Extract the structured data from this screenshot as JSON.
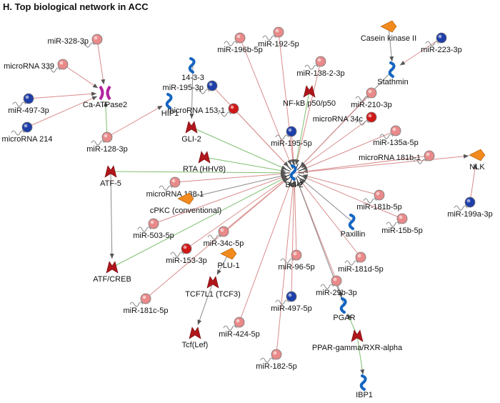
{
  "title": "H. Top biological network in ACC",
  "colors": {
    "mirna_pink": "#e98a8a",
    "mirna_red": "#d01818",
    "mirna_blue": "#1f3fa8",
    "edge_red": "#d98c8c",
    "edge_green": "#7fbf6f",
    "edge_gray": "#8a8a8a",
    "protein_blue": "#1565c0",
    "tf_red": "#b0161b",
    "kinase_orange": "#f28a1e",
    "transporter_magenta": "#b2229f"
  },
  "nodes": [
    {
      "id": "bcl2",
      "label": "Bcl-2",
      "type": "hub"
    },
    {
      "id": "mir3283p",
      "label": "miR-328-3p",
      "type": "mirna-pink"
    },
    {
      "id": "mir339",
      "label": "microRNA 339",
      "type": "mirna-pink"
    },
    {
      "id": "mir4973p",
      "label": "miR-497-3p",
      "type": "mirna-blue"
    },
    {
      "id": "mir214",
      "label": "microRNA 214",
      "type": "mirna-blue"
    },
    {
      "id": "caatpase2",
      "label": "Ca-ATPase2",
      "type": "transporter"
    },
    {
      "id": "mir1283p",
      "label": "miR-128-3p",
      "type": "mirna-pink"
    },
    {
      "id": "hip1",
      "label": "HIP1",
      "type": "protein"
    },
    {
      "id": "p1433",
      "label": "14-3-3",
      "type": "protein"
    },
    {
      "id": "mir1953p",
      "label": "miR-195-3p",
      "type": "mirna-blue"
    },
    {
      "id": "mir1531",
      "label": "microRNA 153-1",
      "type": "mirna-red"
    },
    {
      "id": "gli2",
      "label": "GLI-2",
      "type": "tf"
    },
    {
      "id": "mir196b5p",
      "label": "miR-196b-5p",
      "type": "mirna-pink"
    },
    {
      "id": "mir1925p",
      "label": "miR-192-5p",
      "type": "mirna-pink"
    },
    {
      "id": "mir13823p",
      "label": "miR-138-2-3p",
      "type": "mirna-pink"
    },
    {
      "id": "nfkb",
      "label": "NF-kB p50/p50",
      "type": "tf"
    },
    {
      "id": "mir1955p",
      "label": "miR-195-5p",
      "type": "mirna-blue"
    },
    {
      "id": "casein",
      "label": "Casein kinase II",
      "type": "kinase"
    },
    {
      "id": "mir2233p",
      "label": "miR-223-3p",
      "type": "mirna-blue"
    },
    {
      "id": "stathmin",
      "label": "Stathmin",
      "type": "protein"
    },
    {
      "id": "mir2103p",
      "label": "miR-210-3p",
      "type": "mirna-pink"
    },
    {
      "id": "mir34c",
      "label": "microRNA 34c",
      "type": "mirna-red"
    },
    {
      "id": "mir135a5p",
      "label": "miR-135a-5p",
      "type": "mirna-pink"
    },
    {
      "id": "mir181b1",
      "label": "microRNA 181b-1",
      "type": "mirna-pink"
    },
    {
      "id": "nlk",
      "label": "NLK",
      "type": "kinase"
    },
    {
      "id": "mir199a3p",
      "label": "miR-199a-3p",
      "type": "mirna-blue"
    },
    {
      "id": "rta",
      "label": "RTA (HHV8)",
      "type": "tf"
    },
    {
      "id": "atf5",
      "label": "ATF-5",
      "type": "tf"
    },
    {
      "id": "mir1381",
      "label": "microRNA 138-1",
      "type": "mirna-pink"
    },
    {
      "id": "cpkc",
      "label": "cPKC (conventional)",
      "type": "kinase"
    },
    {
      "id": "mir181b5p",
      "label": "miR-181b-5p",
      "type": "mirna-pink"
    },
    {
      "id": "mir15b5p",
      "label": "miR-15b-5p",
      "type": "mirna-pink"
    },
    {
      "id": "mir5035p",
      "label": "miR-503-5p",
      "type": "mirna-pink"
    },
    {
      "id": "paxillin",
      "label": "Paxillin",
      "type": "protein"
    },
    {
      "id": "mir34c5p",
      "label": "miR-34c-5p",
      "type": "mirna-pink"
    },
    {
      "id": "mir1533p",
      "label": "miR-153-3p",
      "type": "mirna-red"
    },
    {
      "id": "plu1",
      "label": "PLU-1",
      "type": "kinase"
    },
    {
      "id": "mir965p",
      "label": "miR-96-5p",
      "type": "mirna-pink"
    },
    {
      "id": "mir181d5p",
      "label": "miR-181d-5p",
      "type": "mirna-pink"
    },
    {
      "id": "atfcreb",
      "label": "ATF/CREB",
      "type": "tf"
    },
    {
      "id": "tcf7l1",
      "label": "TCF7L1 (TCF3)",
      "type": "tf"
    },
    {
      "id": "mir29b3p",
      "label": "miR-29b-3p",
      "type": "mirna-pink"
    },
    {
      "id": "mir181c5p",
      "label": "miR-181c-5p",
      "type": "mirna-pink"
    },
    {
      "id": "mir4975p",
      "label": "miR-497-5p",
      "type": "mirna-blue"
    },
    {
      "id": "pgar",
      "label": "PGAR",
      "type": "protein"
    },
    {
      "id": "tcflef",
      "label": "Tcf(Lef)",
      "type": "tf"
    },
    {
      "id": "mir4245p",
      "label": "miR-424-5p",
      "type": "mirna-pink"
    },
    {
      "id": "ppar",
      "label": "PPAR-gamma/RXR-alpha",
      "type": "tf"
    },
    {
      "id": "mir1825p",
      "label": "miR-182-5p",
      "type": "mirna-pink"
    },
    {
      "id": "ibp1",
      "label": "IBP1",
      "type": "protein"
    }
  ],
  "edges": [
    {
      "from": "mir3283p",
      "to": "caatpase2",
      "color": "red"
    },
    {
      "from": "mir339",
      "to": "caatpase2",
      "color": "red"
    },
    {
      "from": "mir4973p",
      "to": "caatpase2",
      "color": "red"
    },
    {
      "from": "mir214",
      "to": "caatpase2",
      "color": "red"
    },
    {
      "from": "mir1283p",
      "to": "caatpase2",
      "color": "green"
    },
    {
      "from": "mir1283p",
      "to": "hip1",
      "color": "red"
    },
    {
      "from": "p1433",
      "to": "gli2",
      "color": "gray"
    },
    {
      "from": "gli2",
      "to": "bcl2",
      "color": "green"
    },
    {
      "from": "mir1953p",
      "to": "bcl2",
      "color": "red"
    },
    {
      "from": "mir1531",
      "to": "bcl2",
      "color": "red"
    },
    {
      "from": "mir196b5p",
      "to": "bcl2",
      "color": "red"
    },
    {
      "from": "mir1925p",
      "to": "bcl2",
      "color": "red"
    },
    {
      "from": "mir13823p",
      "to": "bcl2",
      "color": "red"
    },
    {
      "from": "nfkb",
      "to": "bcl2",
      "color": "green"
    },
    {
      "from": "mir1955p",
      "to": "bcl2",
      "color": "red"
    },
    {
      "from": "casein",
      "to": "stathmin",
      "color": "gray"
    },
    {
      "from": "mir2233p",
      "to": "stathmin",
      "color": "red"
    },
    {
      "from": "stathmin",
      "to": "bcl2",
      "color": "gray"
    },
    {
      "from": "mir2103p",
      "to": "bcl2",
      "color": "red"
    },
    {
      "from": "mir34c",
      "to": "bcl2",
      "color": "red"
    },
    {
      "from": "mir135a5p",
      "to": "bcl2",
      "color": "red"
    },
    {
      "from": "mir181b1",
      "to": "bcl2",
      "color": "red"
    },
    {
      "from": "bcl2",
      "to": "nlk",
      "color": "red"
    },
    {
      "from": "mir199a3p",
      "to": "nlk",
      "color": "red"
    },
    {
      "from": "rta",
      "to": "bcl2",
      "color": "green"
    },
    {
      "from": "atf5",
      "to": "bcl2",
      "color": "green"
    },
    {
      "from": "atf5",
      "to": "atfcreb",
      "color": "gray"
    },
    {
      "from": "mir1381",
      "to": "bcl2",
      "color": "red"
    },
    {
      "from": "cpkc",
      "to": "bcl2",
      "color": "gray"
    },
    {
      "from": "mir181b5p",
      "to": "bcl2",
      "color": "red"
    },
    {
      "from": "mir15b5p",
      "to": "bcl2",
      "color": "red"
    },
    {
      "from": "mir5035p",
      "to": "bcl2",
      "color": "red"
    },
    {
      "from": "paxillin",
      "to": "bcl2",
      "color": "gray"
    },
    {
      "from": "mir34c5p",
      "to": "bcl2",
      "color": "red"
    },
    {
      "from": "mir1533p",
      "to": "bcl2",
      "color": "red"
    },
    {
      "from": "atfcreb",
      "to": "bcl2",
      "color": "green"
    },
    {
      "from": "plu1",
      "to": "tcf7l1",
      "color": "gray"
    },
    {
      "from": "mir965p",
      "to": "bcl2",
      "color": "red"
    },
    {
      "from": "mir181d5p",
      "to": "bcl2",
      "color": "red"
    },
    {
      "from": "mir181c5p",
      "to": "bcl2",
      "color": "red"
    },
    {
      "from": "mir29b3p",
      "to": "bcl2",
      "color": "red"
    },
    {
      "from": "mir4975p",
      "to": "bcl2",
      "color": "red"
    },
    {
      "from": "tcf7l1",
      "to": "tcflef",
      "color": "gray"
    },
    {
      "from": "mir4245p",
      "to": "bcl2",
      "color": "red"
    },
    {
      "from": "mir1825p",
      "to": "bcl2",
      "color": "red"
    },
    {
      "from": "pgar",
      "to": "bcl2",
      "color": "gray"
    },
    {
      "from": "mir29b3p",
      "to": "pgar",
      "color": "gray"
    },
    {
      "from": "ppar",
      "to": "pgar",
      "color": "green"
    },
    {
      "from": "ppar",
      "to": "ibp1",
      "color": "green"
    }
  ]
}
